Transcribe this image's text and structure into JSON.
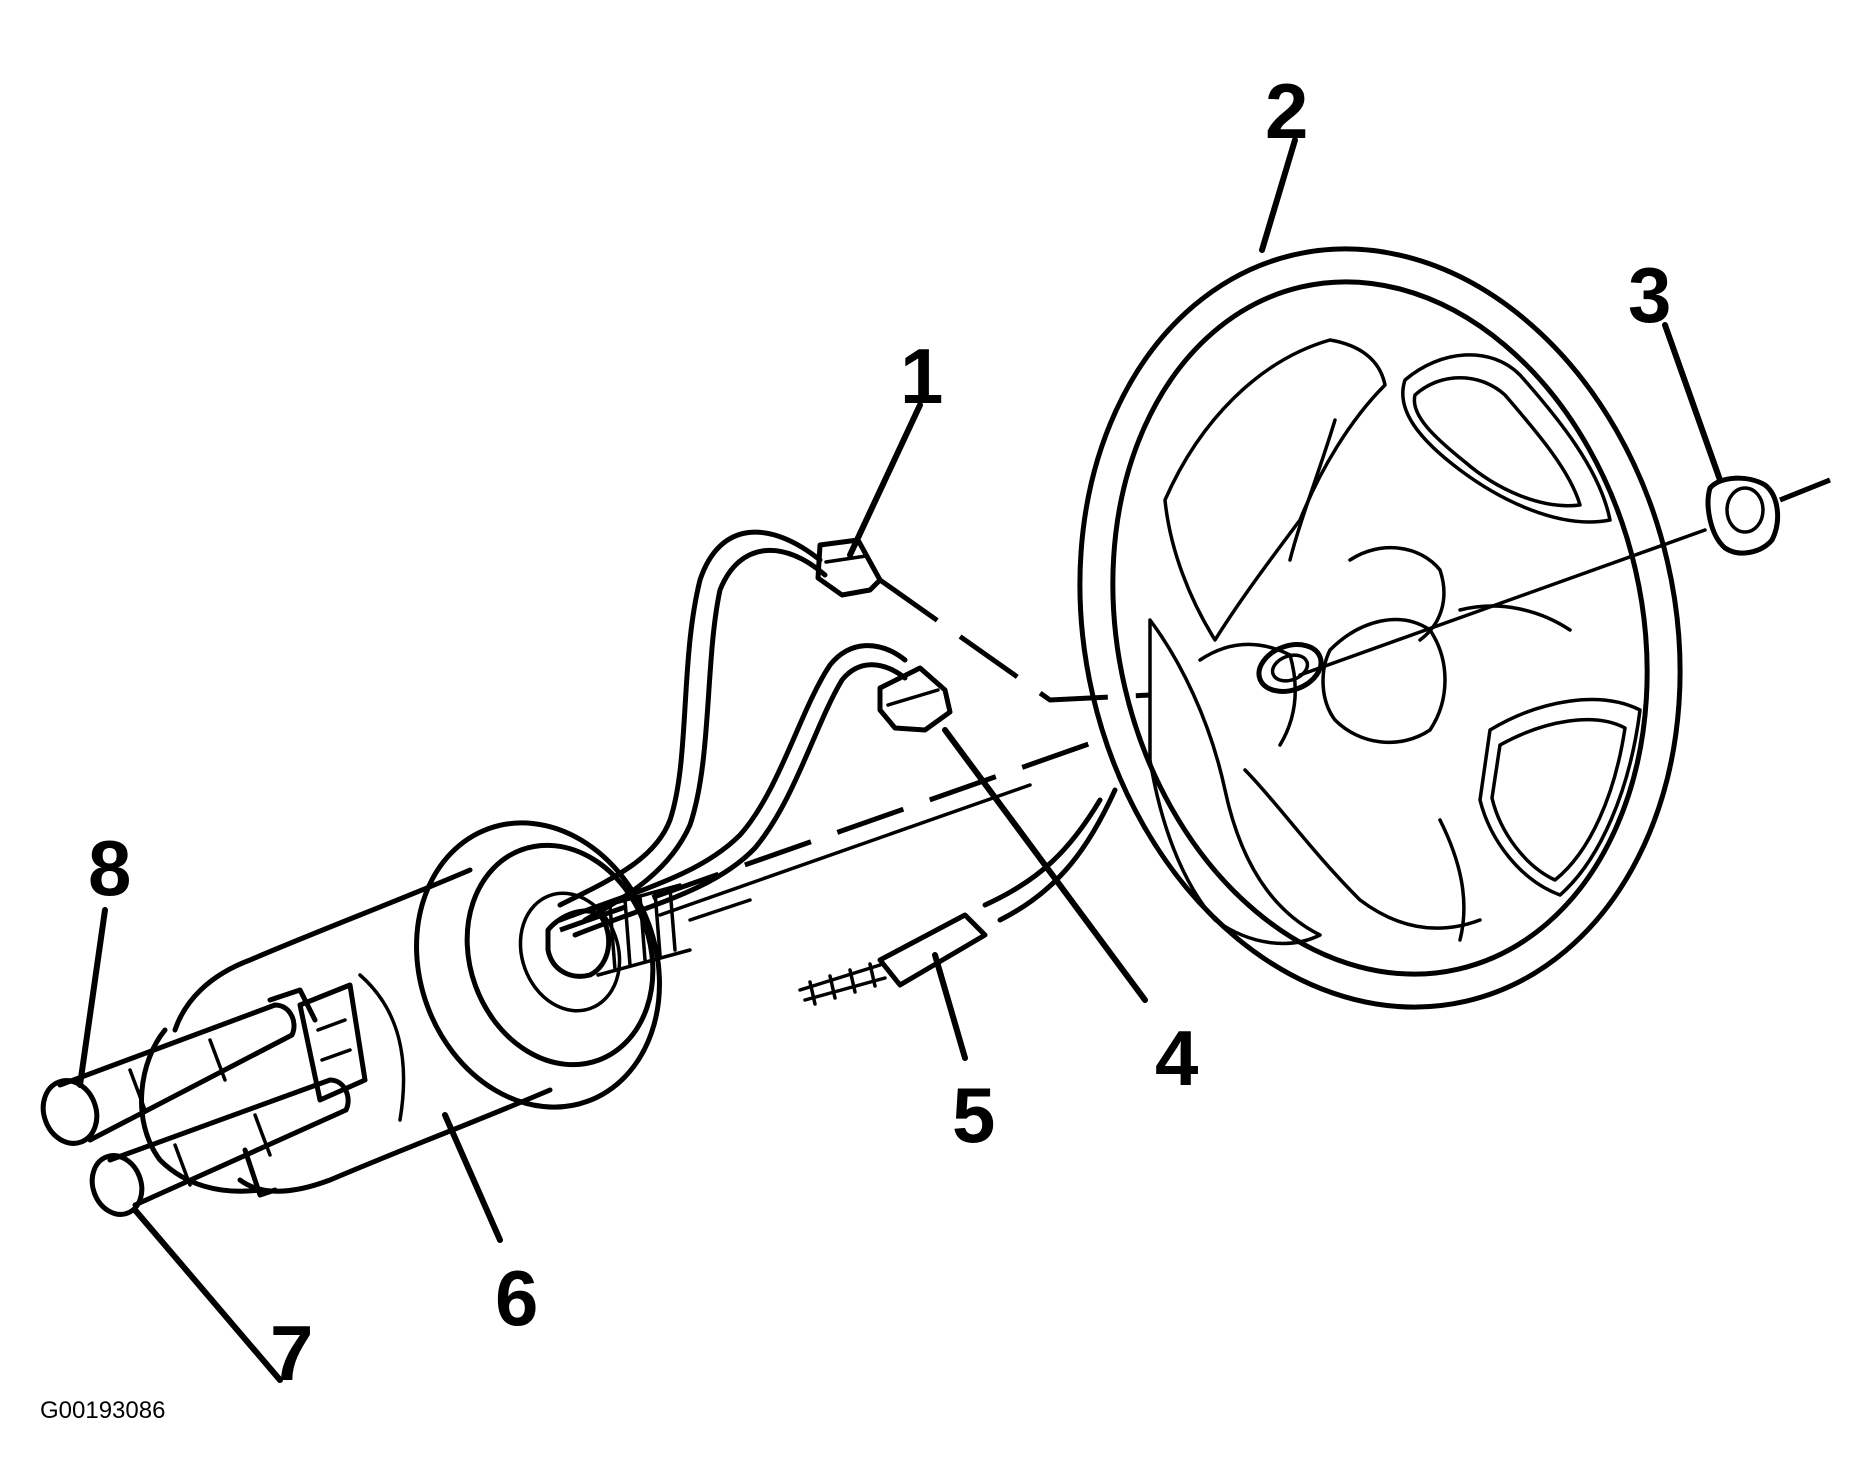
{
  "figure_id": "G00193086",
  "callouts": {
    "c1": "1",
    "c2": "2",
    "c3": "3",
    "c4": "4",
    "c5": "5",
    "c6": "6",
    "c7": "7",
    "c8": "8"
  }
}
